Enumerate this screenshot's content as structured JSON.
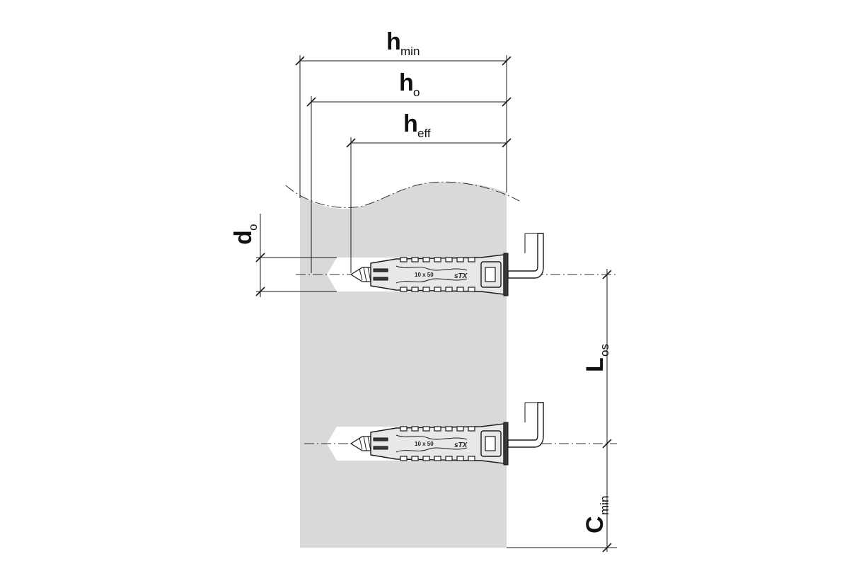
{
  "labels": {
    "h_min": {
      "main": "h",
      "sub": "min"
    },
    "h_o": {
      "main": "h",
      "sub": "o"
    },
    "h_eff": {
      "main": "h",
      "sub": "eff"
    },
    "d_o": {
      "main": "d",
      "sub": "o"
    },
    "L_os": {
      "main": "L",
      "sub": "os"
    },
    "C_min": {
      "main": "C",
      "sub": "min"
    }
  },
  "anchor_marking": {
    "size": "10 x 50",
    "brand": "sTX"
  },
  "colors": {
    "base_material": "#d9d9d9",
    "line": "#1a1a1a",
    "background": "#ffffff"
  }
}
